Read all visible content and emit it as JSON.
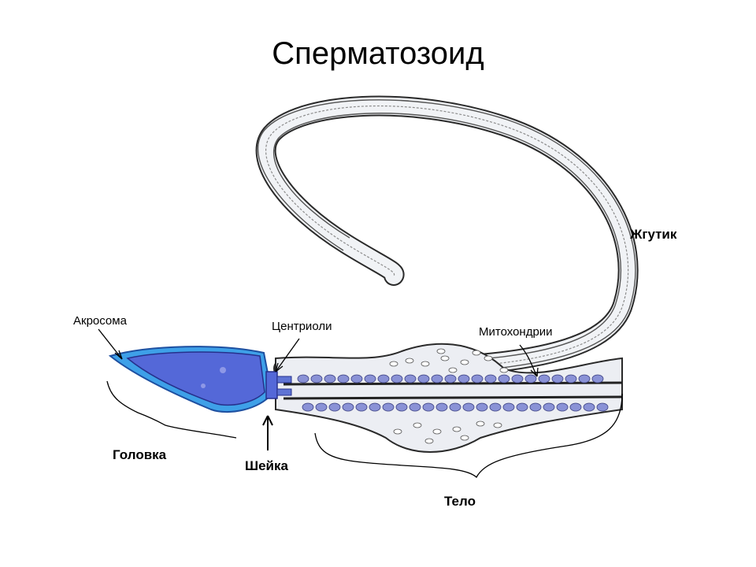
{
  "title": "Сперматозоид",
  "labels": {
    "acrosome": "Акросома",
    "centrioles": "Центриоли",
    "mitochondria": "Митохондрии",
    "flagellum": "Жгутик",
    "head": "Головка",
    "neck": "Шейка",
    "body": "Тело"
  },
  "colors": {
    "nucleus": "#5468d8",
    "acrosome": "#3ea0e8",
    "mitochondria": "#8a92d6",
    "outline": "#2a2a2a",
    "tail_fill": "#f1f3f6"
  }
}
